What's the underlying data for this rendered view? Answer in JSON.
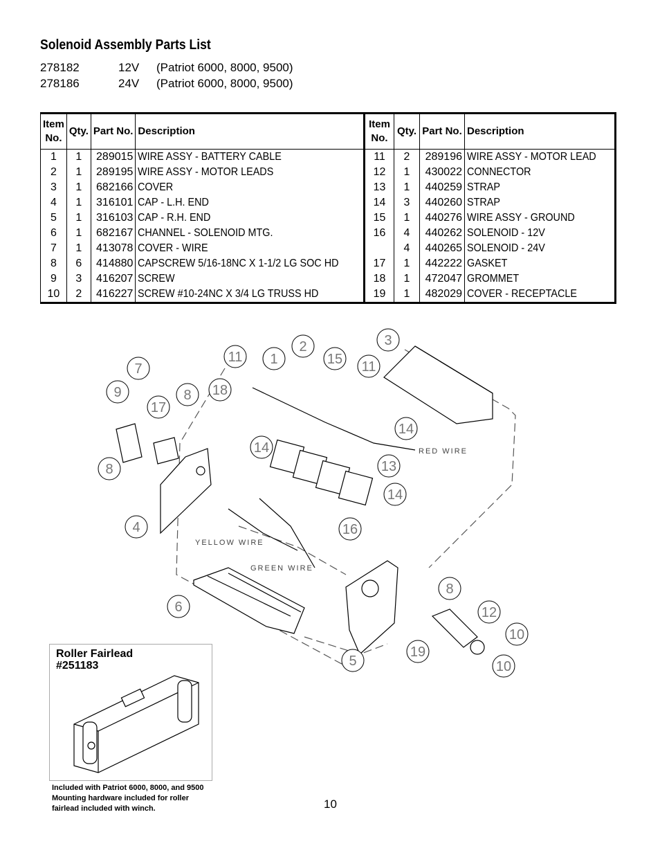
{
  "heading": "Solenoid Assembly Parts List",
  "models": [
    {
      "part": "278182",
      "voltage": "12V",
      "fits": "(Patriot 6000, 8000, 9500)"
    },
    {
      "part": "278186",
      "voltage": "24V",
      "fits": "(Patriot 6000, 8000, 9500)"
    }
  ],
  "table_headers": {
    "item": [
      "Item",
      "No."
    ],
    "qty": "Qty.",
    "part_no": "Part No.",
    "description": "Description"
  },
  "left_rows": [
    {
      "item": "1",
      "qty": "1",
      "part": "289015",
      "desc": "WIRE ASSY - BATTERY CABLE"
    },
    {
      "item": "2",
      "qty": "1",
      "part": "289195",
      "desc": "WIRE ASSY - MOTOR LEADS"
    },
    {
      "item": "3",
      "qty": "1",
      "part": "682166",
      "desc": "COVER"
    },
    {
      "item": "4",
      "qty": "1",
      "part": "316101",
      "desc": "CAP - L.H. END"
    },
    {
      "item": "5",
      "qty": "1",
      "part": "316103",
      "desc": "CAP - R.H. END"
    },
    {
      "item": "6",
      "qty": "1",
      "part": "682167",
      "desc": "CHANNEL - SOLENOID MTG."
    },
    {
      "item": "7",
      "qty": "1",
      "part": "413078",
      "desc": "COVER - WIRE"
    },
    {
      "item": "8",
      "qty": "6",
      "part": "414880",
      "desc": "CAPSCREW 5/16-18NC X 1-1/2 LG SOC HD"
    },
    {
      "item": "9",
      "qty": "3",
      "part": "416207",
      "desc": "SCREW"
    },
    {
      "item": "10",
      "qty": "2",
      "part": "416227",
      "desc": "SCREW #10-24NC X 3/4 LG TRUSS HD"
    }
  ],
  "right_rows": [
    {
      "item": "11",
      "qty": "2",
      "part": "289196",
      "desc": "WIRE ASSY - MOTOR LEAD"
    },
    {
      "item": "12",
      "qty": "1",
      "part": "430022",
      "desc": "CONNECTOR"
    },
    {
      "item": "13",
      "qty": "1",
      "part": "440259",
      "desc": "STRAP"
    },
    {
      "item": "14",
      "qty": "3",
      "part": "440260",
      "desc": "STRAP"
    },
    {
      "item": "15",
      "qty": "1",
      "part": "440276",
      "desc": "WIRE ASSY - GROUND"
    },
    {
      "item": "16",
      "qty": "4",
      "part": "440262",
      "desc": "SOLENOID - 12V"
    },
    {
      "item": "",
      "qty": "4",
      "part": "440265",
      "desc": "SOLENOID - 24V"
    },
    {
      "item": "17",
      "qty": "1",
      "part": "442222",
      "desc": "GASKET"
    },
    {
      "item": "18",
      "qty": "1",
      "part": "472047",
      "desc": "GROMMET"
    },
    {
      "item": "19",
      "qty": "1",
      "part": "482029",
      "desc": "COVER - RECEPTACLE"
    }
  ],
  "diagram": {
    "callouts": [
      "11",
      "1",
      "2",
      "3",
      "15",
      "11",
      "7",
      "9",
      "17",
      "8",
      "18",
      "14",
      "14",
      "13",
      "14",
      "8",
      "4",
      "16",
      "6",
      "8",
      "12",
      "10",
      "19",
      "10",
      "5"
    ],
    "wire_labels": {
      "red": "RED WIRE",
      "yellow": "YELLOW WIRE",
      "green": "GREEN WIRE"
    }
  },
  "fairlead": {
    "title_line1": "Roller Fairlead",
    "title_line2": "#251183",
    "note_lines": [
      "Included with Patriot 6000, 8000, and 9500",
      "Mounting hardware included for roller",
      "fairlead included with winch."
    ]
  },
  "page_number": "10"
}
